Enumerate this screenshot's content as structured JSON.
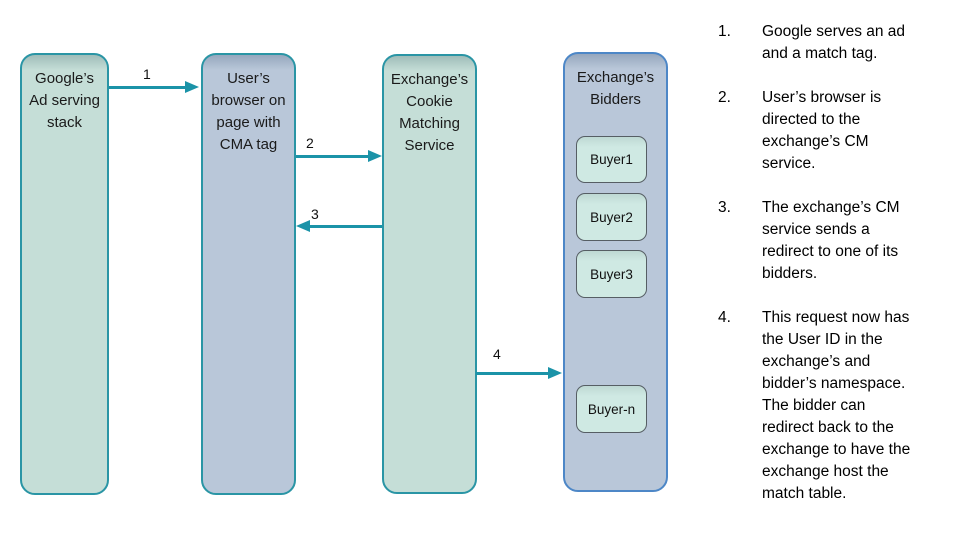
{
  "colors": {
    "teal_border": "#2a95a5",
    "green_fill": "#c5ded7",
    "blue_fill": "#b9c7d9",
    "blue_border": "#4d87c7",
    "buyer_fill": "#cfe9e3",
    "buyer_border": "#565e64",
    "arrow": "#1b93a8",
    "text": "#1a1a1a"
  },
  "nodes": {
    "google": {
      "lines": [
        "Google’s",
        "Ad serving",
        "stack"
      ]
    },
    "browser": {
      "lines": [
        "User’s",
        "browser on",
        "page with",
        "CMA tag"
      ]
    },
    "cm_service": {
      "lines": [
        "Exchange’s",
        "Cookie",
        "Matching",
        "Service"
      ]
    },
    "bidders": {
      "lines": [
        "Exchange’s",
        "Bidders"
      ]
    }
  },
  "buyers": [
    {
      "label": "Buyer1"
    },
    {
      "label": "Buyer2"
    },
    {
      "label": "Buyer3"
    },
    {
      "label": "Buyer-n"
    }
  ],
  "arrows": [
    {
      "label": "1"
    },
    {
      "label": "2"
    },
    {
      "label": "3"
    },
    {
      "label": "4"
    }
  ],
  "steps": [
    {
      "num": "1.",
      "text": "Google serves an ad and a match tag."
    },
    {
      "num": "2.",
      "text": "User’s browser is directed to the exchange’s CM service."
    },
    {
      "num": "3.",
      "text": "The exchange’s CM service sends a redirect to one of its bidders."
    },
    {
      "num": "4.",
      "text": "This request now has the User ID in the exchange’s and bidder’s namespace. The bidder can redirect back to the exchange to have the exchange host the match table."
    }
  ]
}
